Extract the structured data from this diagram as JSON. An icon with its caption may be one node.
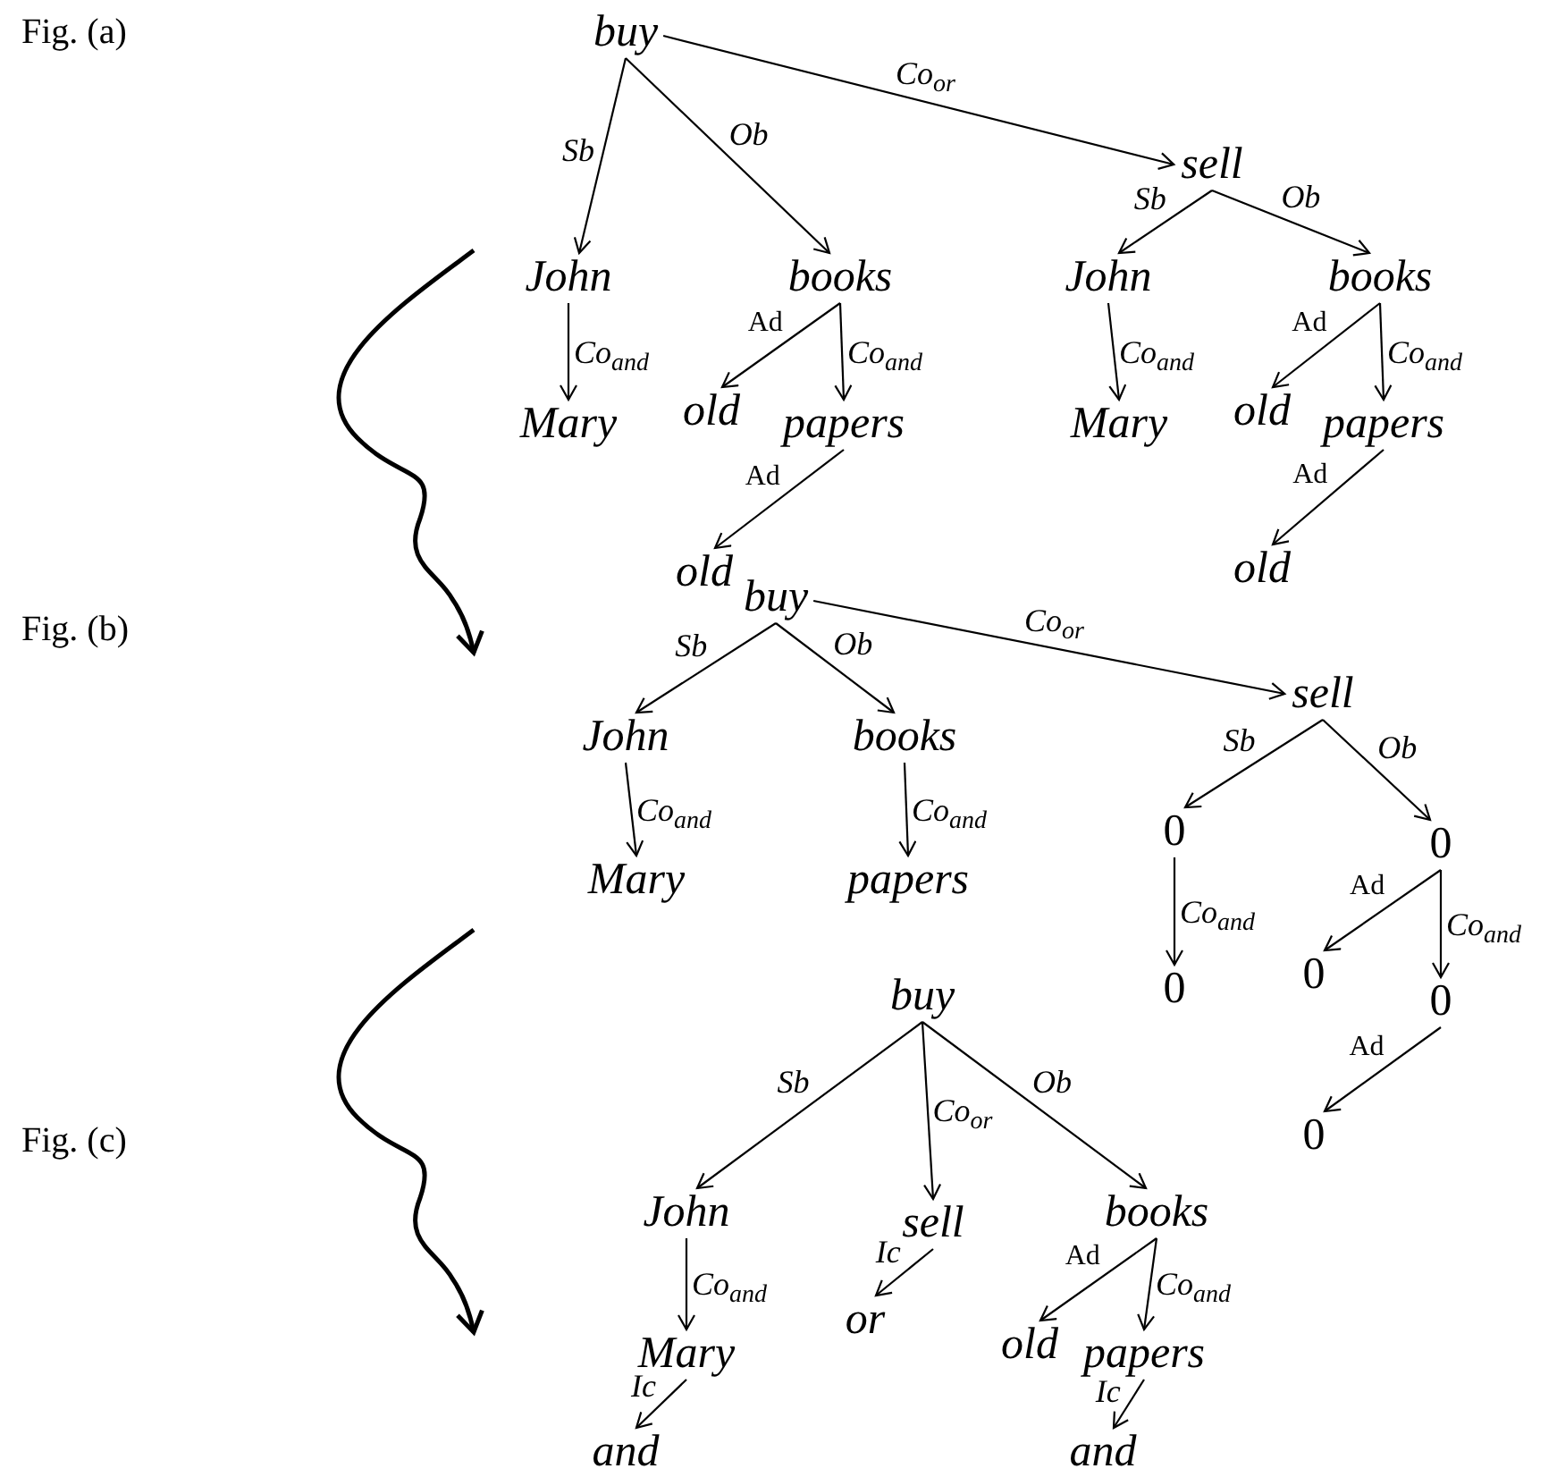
{
  "diagram": {
    "nodes": [
      {
        "text": [
          "buy"
        ]
      },
      {
        "text": [
          "John"
        ]
      },
      {
        "text": [
          "books"
        ]
      },
      {
        "text": [
          "Mary"
        ]
      },
      {
        "text": [
          "old"
        ]
      },
      {
        "text": [
          "papers"
        ]
      },
      {
        "text": [
          "old"
        ]
      },
      {
        "text": [
          "sell"
        ]
      },
      {
        "text": [
          "John"
        ]
      },
      {
        "text": [
          "books"
        ]
      },
      {
        "text": [
          "Mary"
        ]
      },
      {
        "text": [
          "old"
        ]
      },
      {
        "text": [
          "papers"
        ]
      },
      {
        "text": [
          "old"
        ]
      },
      {
        "text": [
          "buy"
        ]
      },
      {
        "text": [
          "John"
        ]
      },
      {
        "text": [
          "books"
        ]
      },
      {
        "text": [
          "Mary"
        ]
      },
      {
        "text": [
          "papers"
        ]
      },
      {
        "text": [
          "sell"
        ]
      },
      {
        "text": [
          "0"
        ]
      },
      {
        "text": [
          "0"
        ]
      },
      {
        "text": [
          "0"
        ]
      },
      {
        "text": [
          "0"
        ]
      },
      {
        "text": [
          "0"
        ]
      },
      {
        "text": [
          "0"
        ]
      },
      {
        "text": [
          "buy"
        ]
      },
      {
        "text": [
          "John"
        ]
      },
      {
        "text": [
          "sell"
        ]
      },
      {
        "text": [
          "books"
        ]
      },
      {
        "text": [
          "Mary"
        ]
      },
      {
        "text": [
          "or"
        ]
      },
      {
        "text": [
          "old"
        ]
      },
      {
        "text": [
          "papers"
        ]
      },
      {
        "text": [
          "and"
        ]
      },
      {
        "text": [
          "and"
        ]
      }
    ],
    "edges": [
      {
        "from": 0,
        "to": 1,
        "arrow": "to",
        "label": "Sb"
      },
      {
        "from": 0,
        "to": 2,
        "arrow": "to",
        "label": "Ob"
      },
      {
        "from": 0,
        "to": 7,
        "arrow": "to",
        "label": "Co$_{or}$"
      },
      {
        "from": 1,
        "to": 3,
        "arrow": "to",
        "label": "Co$_{and}$"
      },
      {
        "from": 2,
        "to": 4,
        "arrow": "to",
        "label": "Ad"
      },
      {
        "from": 2,
        "to": 5,
        "arrow": "to",
        "label": "Co$_{and}$"
      },
      {
        "from": 5,
        "to": 6,
        "arrow": "to",
        "label": "Ad"
      },
      {
        "from": 7,
        "to": 8,
        "arrow": "to",
        "label": "Sb"
      },
      {
        "from": 7,
        "to": 9,
        "arrow": "to",
        "label": "Ob"
      },
      {
        "from": 8,
        "to": 10,
        "arrow": "to",
        "label": "Co$_{and}$"
      },
      {
        "from": 9,
        "to": 11,
        "arrow": "to",
        "label": "Ad"
      },
      {
        "from": 9,
        "to": 12,
        "arrow": "to",
        "label": "Co$_{and}$"
      },
      {
        "from": 12,
        "to": 13,
        "arrow": "to",
        "label": "Ad"
      },
      {
        "from": 14,
        "to": 15,
        "arrow": "to",
        "label": "Sb"
      },
      {
        "from": 14,
        "to": 16,
        "arrow": "to",
        "label": "Ob"
      },
      {
        "from": 14,
        "to": 19,
        "arrow": "to",
        "label": "Co$_{or}$"
      },
      {
        "from": 15,
        "to": 17,
        "arrow": "to",
        "label": "Co$_{and}$"
      },
      {
        "from": 16,
        "to": 18,
        "arrow": "to",
        "label": "Co$_{and}$"
      },
      {
        "from": 19,
        "to": 20,
        "arrow": "to",
        "label": "Sb"
      },
      {
        "from": 19,
        "to": 21,
        "arrow": "to",
        "label": "Ob"
      },
      {
        "from": 20,
        "to": 22,
        "arrow": "to",
        "label": "Co$_{and}$"
      },
      {
        "from": 21,
        "to": 23,
        "arrow": "to",
        "label": "Ad"
      },
      {
        "from": 21,
        "to": 24,
        "arrow": "to",
        "label": "Co$_{and}$"
      },
      {
        "from": 24,
        "to": 25,
        "arrow": "to",
        "label": "Ad"
      },
      {
        "from": 26,
        "to": 27,
        "arrow": "to",
        "label": "Sb"
      },
      {
        "from": 26,
        "to": 28,
        "arrow": "to",
        "label": "Co$_{or}$"
      },
      {
        "from": 26,
        "to": 29,
        "arrow": "to",
        "label": "Ob"
      },
      {
        "from": 27,
        "to": 30,
        "arrow": "to",
        "label": "Co$_{and}$"
      },
      {
        "from": 28,
        "to": 31,
        "arrow": "to",
        "label": "Ic"
      },
      {
        "from": 29,
        "to": 32,
        "arrow": "to",
        "label": "Ad"
      },
      {
        "from": 29,
        "to": 33,
        "arrow": "to",
        "label": "Co$_{and}$"
      },
      {
        "from": 30,
        "to": 34,
        "arrow": "to",
        "label": "Ic"
      },
      {
        "from": 33,
        "to": 35,
        "arrow": "to",
        "label": "Ic"
      }
    ],
    "labels": [
      "Fig. (a)",
      "Fig. (b)",
      "Fig. (c)"
    ]
  }
}
